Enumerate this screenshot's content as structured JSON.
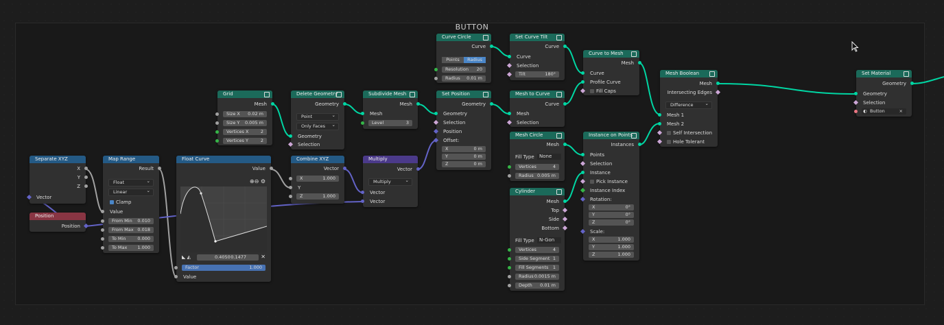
{
  "frame_title": "BUTTON",
  "nodes": {
    "separate_xyz": {
      "title": "Separate XYZ",
      "out_x": "X",
      "out_y": "Y",
      "out_z": "Z",
      "in_vector": "Vector"
    },
    "position": {
      "title": "Position",
      "out": "Position"
    },
    "map_range": {
      "title": "Map Range",
      "out": "Result",
      "type": "Float",
      "interp": "Linear",
      "clamp": "Clamp",
      "value": "Value",
      "from_min_k": "From Min",
      "from_min_v": "0.010",
      "from_max_k": "From Max",
      "from_max_v": "0.018",
      "to_min_k": "To Min",
      "to_min_v": "0.000",
      "to_max_k": "To Max",
      "to_max_v": "1.000"
    },
    "float_curve": {
      "title": "Float Curve",
      "out": "Value",
      "point_x": "0.4050",
      "point_y": "0.1477",
      "factor_k": "Factor",
      "factor_v": "1.000",
      "in_value": "Value"
    },
    "grid": {
      "title": "Grid",
      "out": "Mesh",
      "size_x_k": "Size X",
      "size_x_v": "0.02 m",
      "size_y_k": "Size Y",
      "size_y_v": "0.005 m",
      "vx_k": "Vertices X",
      "vx_v": "2",
      "vy_k": "Vertices Y",
      "vy_v": "2"
    },
    "delete_geometry": {
      "title": "Delete Geometry",
      "out": "Geometry",
      "domain": "Point",
      "mode": "Only Faces",
      "in_geo": "Geometry",
      "in_sel": "Selection"
    },
    "combine_xyz": {
      "title": "Combine XYZ",
      "out": "Vector",
      "x_k": "X",
      "x_v": "1.000",
      "y": "Y",
      "z_k": "Z",
      "z_v": "1.000"
    },
    "subdivide_mesh": {
      "title": "Subdivide Mesh",
      "out": "Mesh",
      "in_mesh": "Mesh",
      "level_k": "Level",
      "level_v": "3"
    },
    "multiply": {
      "title": "Multiply",
      "out": "Vector",
      "op": "Multiply",
      "in1": "Vector",
      "in2": "Vector"
    },
    "curve_circle": {
      "title": "Curve Circle",
      "out": "Curve",
      "seg_a": "Points",
      "seg_b": "Radius",
      "res_k": "Resolution",
      "res_v": "20",
      "rad_k": "Radius",
      "rad_v": "0.01 m"
    },
    "set_position": {
      "title": "Set Position",
      "out": "Geometry",
      "in_geo": "Geometry",
      "in_sel": "Selection",
      "in_pos": "Position",
      "in_off": "Offset:",
      "x_k": "X",
      "x_v": "0 m",
      "y_k": "Y",
      "y_v": "0 m",
      "z_k": "Z",
      "z_v": "0 m"
    },
    "set_curve_tilt": {
      "title": "Set Curve Tilt",
      "out": "Curve",
      "in_curve": "Curve",
      "in_sel": "Selection",
      "tilt_k": "Tilt",
      "tilt_v": "180°"
    },
    "mesh_to_curve": {
      "title": "Mesh to Curve",
      "out": "Curve",
      "in_mesh": "Mesh",
      "in_sel": "Selection"
    },
    "mesh_circle": {
      "title": "Mesh Circle",
      "out": "Mesh",
      "fill_k": "Fill Type",
      "fill_v": "None",
      "vert_k": "Vertices",
      "vert_v": "4",
      "rad_k": "Radius",
      "rad_v": "0.005 m"
    },
    "cylinder": {
      "title": "Cylinder",
      "out_mesh": "Mesh",
      "out_top": "Top",
      "out_side": "Side",
      "out_bottom": "Bottom",
      "fill_k": "Fill Type",
      "fill_v": "N-Gon",
      "vert_k": "Vertices",
      "vert_v": "4",
      "side_k": "Side Segment",
      "side_v": "1",
      "fills_k": "Fill Segments",
      "fills_v": "1",
      "rad_k": "Radius",
      "rad_v": "0.0015 m",
      "depth_k": "Depth",
      "depth_v": "0.01 m"
    },
    "curve_to_mesh": {
      "title": "Curve to Mesh",
      "out": "Mesh",
      "in_curve": "Curve",
      "in_profile": "Profile Curve",
      "fill_caps": "Fill Caps"
    },
    "instance_on_points": {
      "title": "Instance on Points",
      "out": "Instances",
      "in_points": "Points",
      "in_sel": "Selection",
      "in_inst": "Instance",
      "pick": "Pick Instance",
      "in_idx": "Instance Index",
      "rot": "Rotation:",
      "rx_k": "X",
      "rx_v": "0°",
      "ry_k": "Y",
      "ry_v": "0°",
      "rz_k": "Z",
      "rz_v": "0°",
      "scale": "Scale:",
      "sx_k": "X",
      "sx_v": "1.000",
      "sy_k": "Y",
      "sy_v": "1.000",
      "sz_k": "Z",
      "sz_v": "1.000"
    },
    "mesh_boolean": {
      "title": "Mesh Boolean",
      "out_mesh": "Mesh",
      "out_edges": "Intersecting Edges",
      "op": "Difference",
      "in_m1": "Mesh 1",
      "in_m2": "Mesh 2",
      "self": "Self Intersection",
      "hole": "Hole Tolerant"
    },
    "set_material": {
      "title": "Set Material",
      "out": "Geometry",
      "in_geo": "Geometry",
      "in_sel": "Selection",
      "material": "Button",
      "clear": "×"
    }
  },
  "colors": {
    "geometry": "#00d6a3",
    "vector": "#6363c7",
    "float": "#a1a1a1",
    "field": "#cca6d6",
    "geo_header": "#1b6a5a",
    "conv_header": "#245a85",
    "vec_header": "#4b3a8a",
    "input_header": "#893543"
  }
}
